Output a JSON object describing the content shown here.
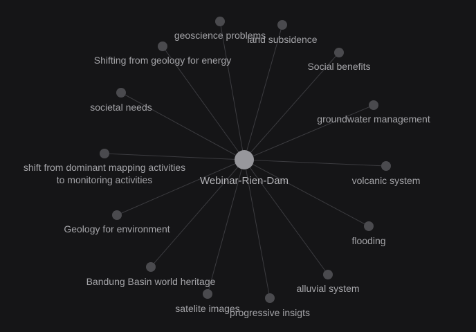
{
  "graph": {
    "center": {
      "label": "Webinar-Rien-Dam"
    },
    "nodes": [
      {
        "label": "geoscience problems"
      },
      {
        "label": "land subsidence"
      },
      {
        "label": "Shifting from geology for energy"
      },
      {
        "label": "Social benefits"
      },
      {
        "label": "societal needs"
      },
      {
        "label": "groundwater management"
      },
      {
        "label": "shift from dominant mapping activities",
        "label_line2": "to monitoring activities"
      },
      {
        "label": "volcanic system"
      },
      {
        "label": "Geology for environment"
      },
      {
        "label": "flooding"
      },
      {
        "label": "Bandung Basin world heritage"
      },
      {
        "label": "alluvial system"
      },
      {
        "label": "satelite images"
      },
      {
        "label": "progressive insigts"
      }
    ]
  },
  "colors": {
    "background": "#151517",
    "edge": "#3c3c40",
    "leaf_node": "#4a4a4e",
    "center_node": "#97979c",
    "label": "#a4a4a8"
  }
}
